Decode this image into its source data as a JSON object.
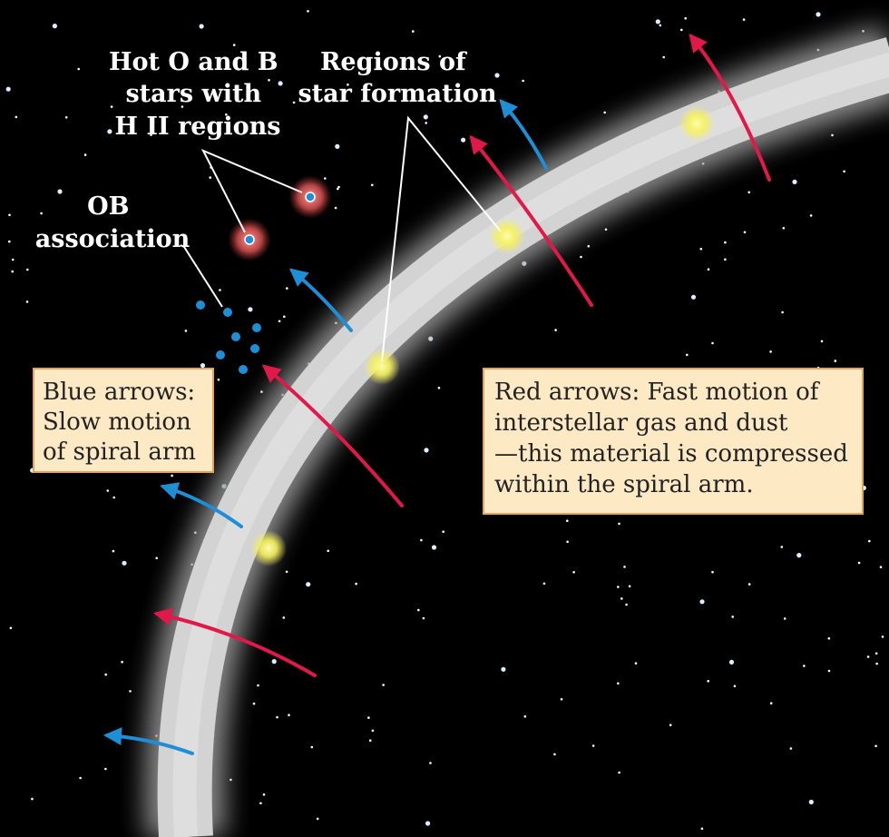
{
  "labels": {
    "hot_stars": [
      "Hot O and B",
      "stars with",
      "H II regions"
    ],
    "star_formation": [
      "Regions of",
      "star formation"
    ],
    "ob_association": [
      "OB",
      "association"
    ]
  },
  "legend_blue": [
    "Blue arrows:",
    "Slow motion",
    "of spiral arm"
  ],
  "legend_red": [
    "Red arrows: Fast motion of",
    "interstellar gas and dust",
    "—this material is compressed",
    "within the spiral arm."
  ],
  "colors": {
    "background": "#000000",
    "arm": "#cfcfcf",
    "red_arrow": "#e0194a",
    "blue_arrow": "#1e8fd6",
    "box_fill": "#fde9c4",
    "box_border": "#e2a35a",
    "hii_glow": "#e05a5a",
    "star_formation": "#f6f35a"
  },
  "icons": [
    "red-arrow-icon",
    "blue-arrow-icon",
    "star-formation-icon",
    "hii-region-icon",
    "ob-star-icon"
  ]
}
